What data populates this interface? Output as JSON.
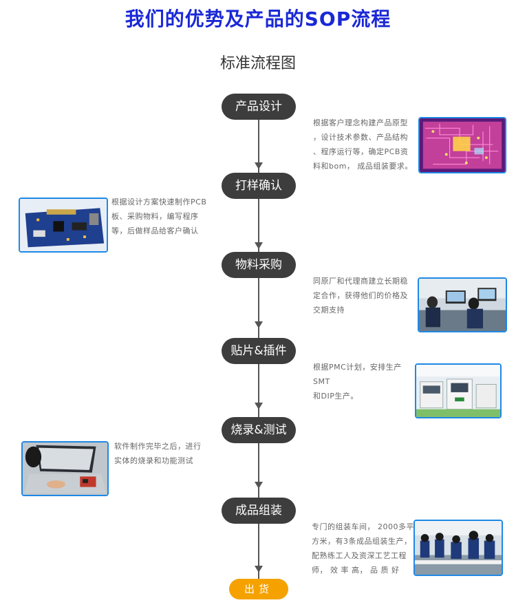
{
  "title": "我们的优势及产品的SOP流程",
  "subtitle": "标准流程图",
  "steps": [
    {
      "label": "产品设计",
      "desc": "根据客户理念构建产品原型\n，设计技术参数、产品结构\n、程序运行等，确定PCB资\n料和bom， 成品组装要求。",
      "image": "pcb-design-image"
    },
    {
      "label": "打样确认",
      "desc": "根据设计方案快速制作PCB\n板、采购物料，编写程序\n等，后做样品给客户确认",
      "image": "circuit-board-image"
    },
    {
      "label": "物料采购",
      "desc": "同原厂和代理商建立长期稳\n定合作，获得他们的价格及\n交期支持",
      "image": "office-workers-image"
    },
    {
      "label": "贴片&插件",
      "desc": "根据PMC计划，安排生产SMT\n和DIP生产。",
      "image": "smt-machine-image"
    },
    {
      "label": "烧录&测试",
      "desc": "软件制作完毕之后，进行\n实体的烧录和功能测试",
      "image": "laptop-testing-image"
    },
    {
      "label": "成品组装",
      "desc": "专门的组装车间， 2000多平\n方米，有3条成品组装生产，\n配熟练工人及资深工艺工程\n师， 效 率 高， 品 质 好",
      "image": "assembly-line-image"
    }
  ],
  "final_step": {
    "label": "出货"
  },
  "colors": {
    "title": "#1a28d6",
    "step_bg": "#3d3d3d",
    "final_bg": "#f5a100",
    "photo_border": "#1e88e5"
  }
}
